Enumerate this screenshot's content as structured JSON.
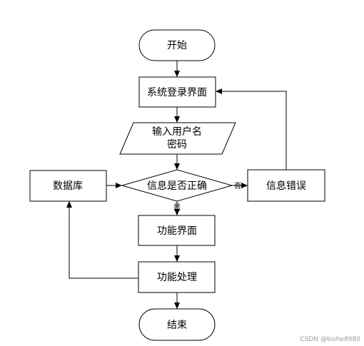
{
  "nodes": {
    "start": "开始",
    "login_screen": "系统登录界面",
    "input_line1": "输入用户名",
    "input_line2": "密码",
    "check": "信息是否正确",
    "database": "数据库",
    "error": "信息错误",
    "function_screen": "功能界面",
    "function_process": "功能处理",
    "end": "结束"
  },
  "edge_labels": {
    "no": "否",
    "yes": "是"
  },
  "watermark": "CSDN @bishe8980"
}
